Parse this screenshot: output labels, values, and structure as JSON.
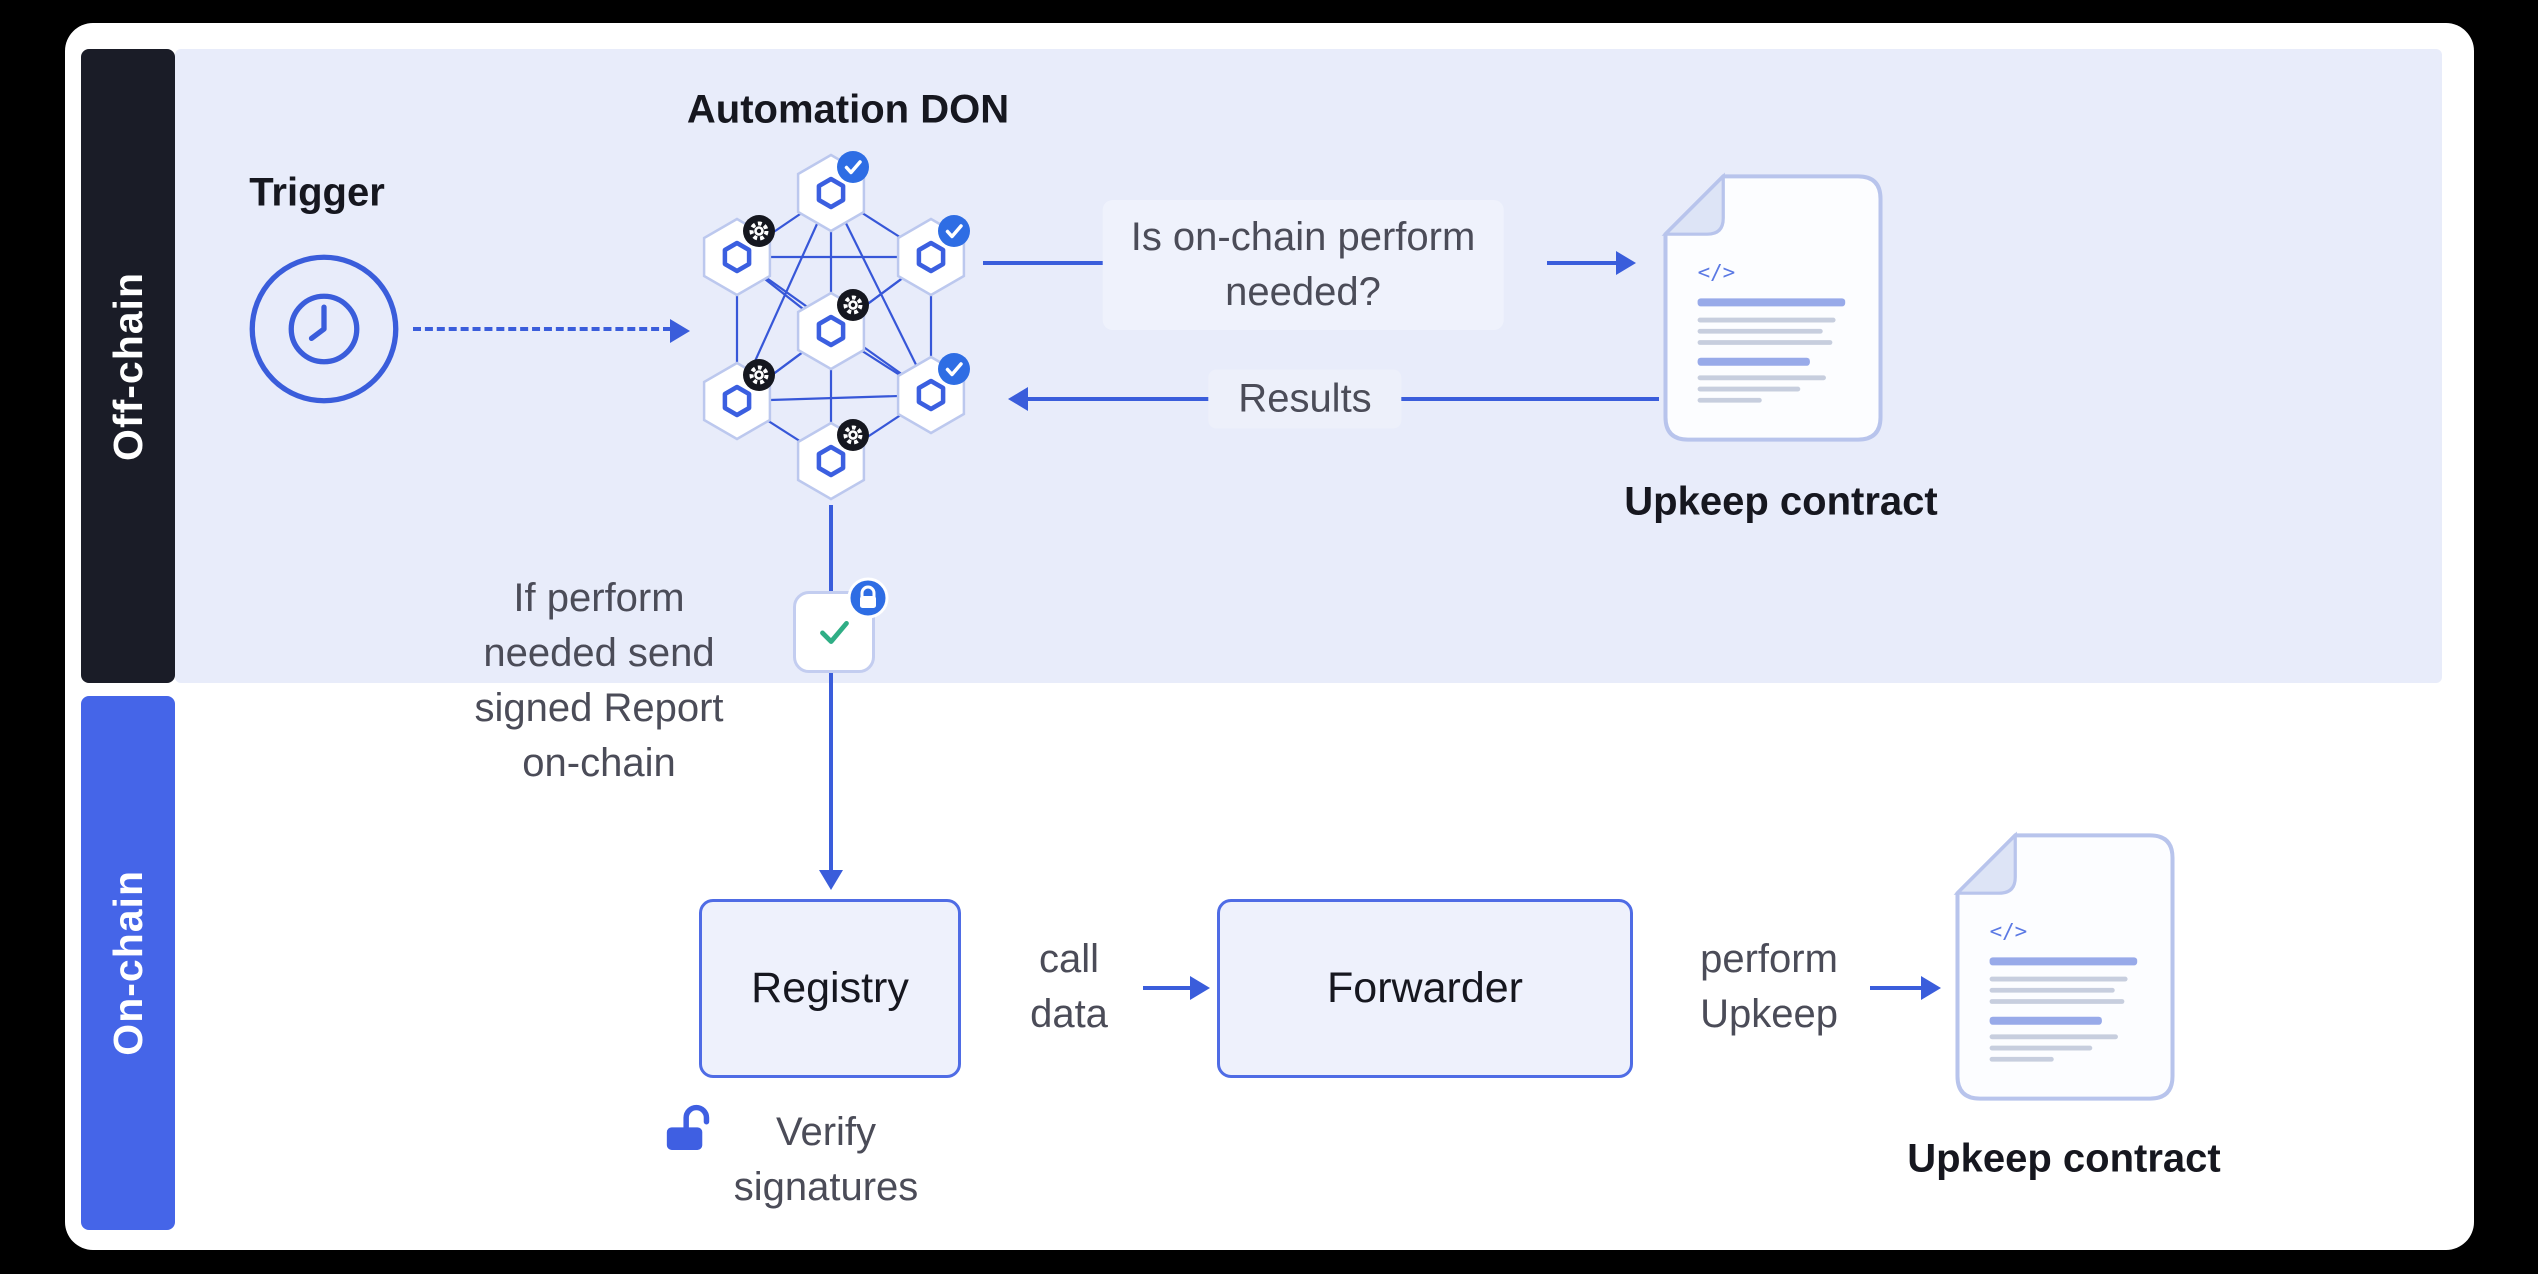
{
  "colors": {
    "accent": "#3a5ddb",
    "sidebar_dark": "#1a1c27",
    "sidebar_blue": "#4565e8",
    "offchain_bg": "#e8ecfa",
    "box_fill": "#eef1fc",
    "box_border": "#4f6ce5",
    "doc_border": "#b8c4ec",
    "text_gray": "#4b4c58",
    "text_dark": "#16171f",
    "green_check": "#2fae85",
    "badge_blue": "#2e6de4",
    "badge_black": "#15171f",
    "card_bg": "#ffffff",
    "page_bg": "#000000"
  },
  "sidebar": {
    "offchain_label": "Off-chain",
    "onchain_label": "On-chain"
  },
  "offchain": {
    "don_title": "Automation DON",
    "trigger_label": "Trigger",
    "question": {
      "line1": "Is on-chain perform",
      "line2": "needed?"
    },
    "results_label": "Results",
    "upkeep_contract_label": "Upkeep contract",
    "report_note": {
      "line1": "If perform",
      "line2": "needed send",
      "line3": "signed Report",
      "line4": "on-chain"
    }
  },
  "onchain": {
    "registry_label": "Registry",
    "call_data": {
      "line1": "call",
      "line2": "data"
    },
    "forwarder_label": "Forwarder",
    "perform_upkeep": {
      "line1": "perform",
      "line2": "Upkeep"
    },
    "upkeep_contract_label": "Upkeep contract",
    "verify": {
      "line1": "Verify",
      "line2": "signatures"
    }
  },
  "icons": {
    "code_glyph": "</>"
  }
}
